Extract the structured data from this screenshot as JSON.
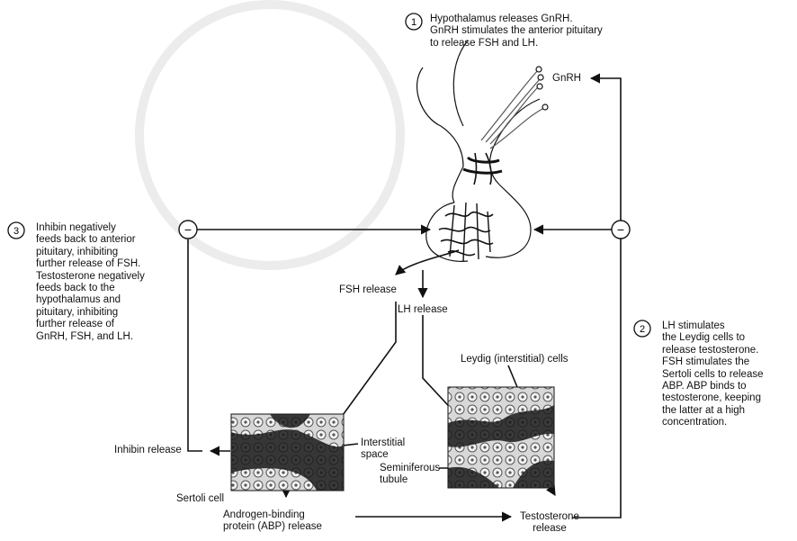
{
  "step1": {
    "number": "1",
    "text": "Hypothalamus releases GnRH.\nGnRH stimulates the anterior pituitary\nto release FSH and LH."
  },
  "step2": {
    "number": "2",
    "text": "LH stimulates\nthe Leydig cells to\nrelease testosterone.\nFSH stimulates the\nSertoli cells to release\nABP. ABP binds to\ntestosterone, keeping\nthe latter at a high\nconcentration."
  },
  "step3": {
    "number": "3",
    "text": "Inhibin negatively\nfeeds back to anterior\npituitary, inhibiting\nfurther release of FSH.\nTestosterone negatively\nfeeds back to the\nhypothalamus and\npituitary, inhibiting\nfurther release of\nGnRH, FSH, and LH."
  },
  "labels": {
    "gnrh": "GnRH",
    "fsh_release": "FSH release",
    "lh_release": "LH release",
    "leydig_cells": "Leydig (interstitial) cells",
    "interstitial_space": "Interstitial\nspace",
    "seminiferous_tubule": "Seminiferous\ntubule",
    "inhibin_release": "Inhibin release",
    "sertoli_cell": "Sertoli cell",
    "abp_release": "Androgen-binding\nprotein (ABP) release",
    "testosterone_release": "Testosterone\nrelease"
  },
  "symbols": {
    "inhibit_left": "−",
    "inhibit_right": "−"
  },
  "colors": {
    "line": "#111111",
    "tissue_dark": "#1a1a1a",
    "tissue_light": "#cfcfcf",
    "watermark": "#ececec"
  }
}
